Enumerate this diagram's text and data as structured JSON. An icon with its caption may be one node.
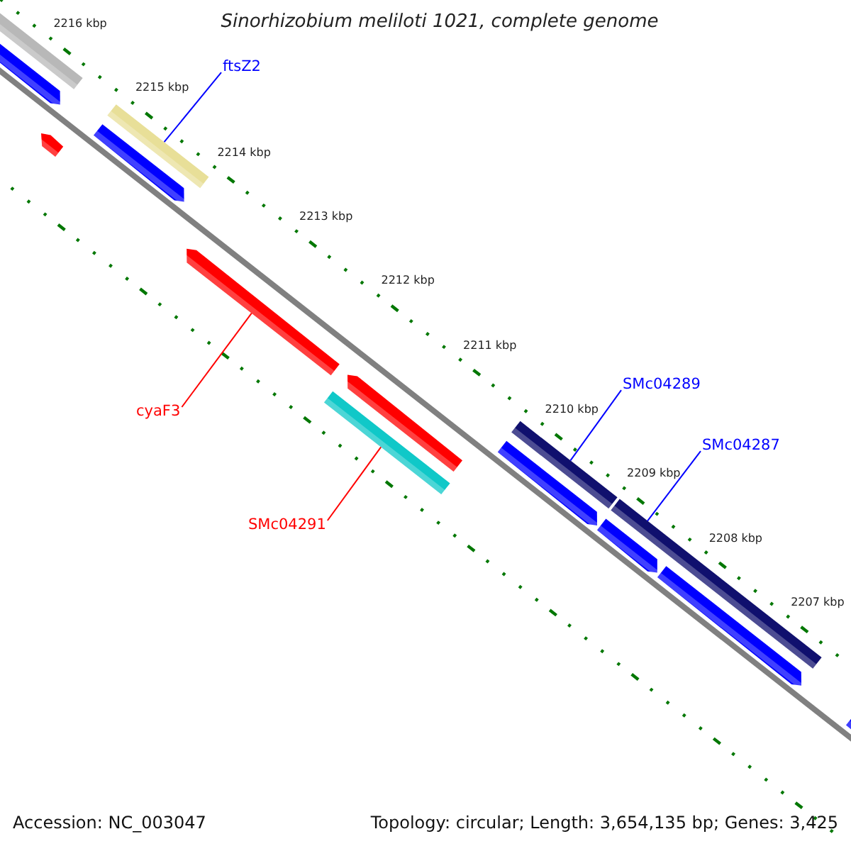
{
  "diagram": {
    "title": "Sinorhizobium meliloti 1021, complete genome",
    "nodes": [
      {
        "text": [
          "ftsZ2"
        ]
      },
      {
        "text": [],
        "shape": "bar"
      },
      {
        "text": [
          "cyaF3"
        ]
      },
      {
        "text": [],
        "shape": "bar"
      },
      {
        "text": [
          "SMc04289"
        ]
      },
      {
        "text": [],
        "shape": "bar"
      },
      {
        "text": [
          "SMc04287"
        ]
      },
      {
        "text": [],
        "shape": "bar"
      },
      {
        "text": [
          "SMc04291"
        ]
      },
      {
        "text": [],
        "shape": "bar"
      },
      {
        "text": [],
        "shape": "bar"
      },
      {
        "text": [],
        "shape": "bar"
      },
      {
        "text": [],
        "shape": "bar"
      },
      {
        "text": [],
        "shape": "bar"
      },
      {
        "text": [],
        "shape": "bar"
      },
      {
        "text": [],
        "shape": "bar"
      },
      {
        "text": [],
        "shape": "bar"
      },
      {
        "text": [],
        "shape": "bar"
      },
      {
        "text": [],
        "shape": "bar"
      }
    ],
    "edges": [
      {
        "from": 0,
        "to": 1,
        "arrow": "none"
      },
      {
        "from": 2,
        "to": 3,
        "arrow": "none",
        "color": "#ff0000"
      },
      {
        "from": 4,
        "to": 5,
        "arrow": "none"
      },
      {
        "from": 6,
        "to": 7,
        "arrow": "none"
      },
      {
        "from": 8,
        "to": 9,
        "arrow": "none",
        "color": "#ff0000"
      }
    ],
    "labels": [
      "2216 kbp",
      "2215 kbp",
      "2214 kbp",
      "2213 kbp",
      "2212 kbp",
      "2211 kbp",
      "2210 kbp",
      "2209 kbp",
      "2208 kbp",
      "2207 kbp",
      "Accession: NC_003047",
      "Topology: circular; Length: 3,654,135 bp; Genes: 3,425"
    ]
  }
}
